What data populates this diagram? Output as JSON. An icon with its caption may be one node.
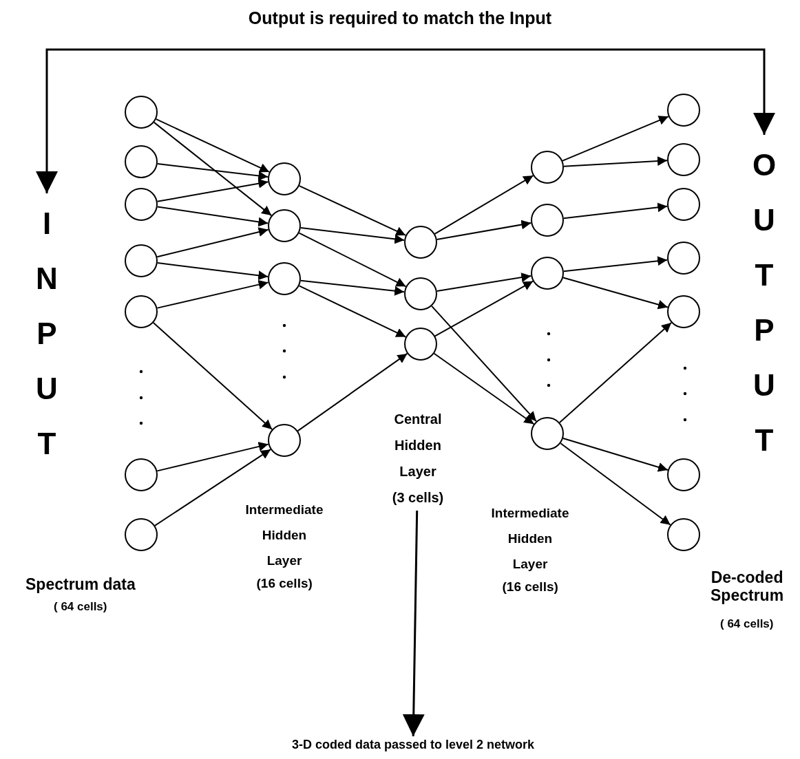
{
  "diagram": {
    "title": "Output is required to match the Input",
    "nodes": [
      {
        "text": [],
        "shape": "circle"
      },
      {
        "text": [],
        "shape": "circle"
      },
      {
        "text": [],
        "shape": "circle"
      },
      {
        "text": [],
        "shape": "circle"
      },
      {
        "text": [],
        "shape": "circle"
      },
      {
        "text": [],
        "shape": "circle"
      },
      {
        "text": [],
        "shape": "circle"
      },
      {
        "text": [],
        "shape": "circle"
      },
      {
        "text": [],
        "shape": "circle"
      },
      {
        "text": [],
        "shape": "circle"
      },
      {
        "text": [],
        "shape": "circle"
      },
      {
        "text": [],
        "shape": "circle"
      },
      {
        "text": [],
        "shape": "circle"
      },
      {
        "text": [],
        "shape": "circle"
      },
      {
        "text": [],
        "shape": "circle"
      },
      {
        "text": [],
        "shape": "circle"
      },
      {
        "text": [],
        "shape": "circle"
      },
      {
        "text": [],
        "shape": "circle"
      },
      {
        "text": [],
        "shape": "circle"
      },
      {
        "text": [],
        "shape": "circle"
      },
      {
        "text": [],
        "shape": "circle"
      },
      {
        "text": [],
        "shape": "circle"
      },
      {
        "text": [],
        "shape": "circle"
      },
      {
        "text": [],
        "shape": "circle"
      },
      {
        "text": [],
        "shape": "circle"
      },
      {
        "text": [
          "I N P U T"
        ]
      },
      {
        "text": [
          "O U T P U T"
        ]
      },
      {
        "text": [
          "Central Hidden Layer",
          "(3 cells)"
        ]
      },
      {
        "text": [
          "3-D coded data passed to level 2 network"
        ]
      }
    ],
    "edges": [
      {
        "from": 0,
        "to": 7,
        "arrow": "to"
      },
      {
        "from": 0,
        "to": 8,
        "arrow": "to"
      },
      {
        "from": 1,
        "to": 7,
        "arrow": "to"
      },
      {
        "from": 2,
        "to": 7,
        "arrow": "to"
      },
      {
        "from": 2,
        "to": 8,
        "arrow": "to"
      },
      {
        "from": 3,
        "to": 8,
        "arrow": "to"
      },
      {
        "from": 3,
        "to": 9,
        "arrow": "to"
      },
      {
        "from": 4,
        "to": 9,
        "arrow": "to"
      },
      {
        "from": 4,
        "to": 10,
        "arrow": "to"
      },
      {
        "from": 5,
        "to": 10,
        "arrow": "to"
      },
      {
        "from": 6,
        "to": 10,
        "arrow": "to"
      },
      {
        "from": 7,
        "to": 11,
        "arrow": "to"
      },
      {
        "from": 8,
        "to": 11,
        "arrow": "to"
      },
      {
        "from": 8,
        "to": 12,
        "arrow": "to"
      },
      {
        "from": 9,
        "to": 12,
        "arrow": "to"
      },
      {
        "from": 9,
        "to": 13,
        "arrow": "to"
      },
      {
        "from": 10,
        "to": 13,
        "arrow": "to"
      },
      {
        "from": 11,
        "to": 14,
        "arrow": "to"
      },
      {
        "from": 11,
        "to": 15,
        "arrow": "to"
      },
      {
        "from": 12,
        "to": 16,
        "arrow": "to"
      },
      {
        "from": 12,
        "to": 17,
        "arrow": "to"
      },
      {
        "from": 13,
        "to": 16,
        "arrow": "to"
      },
      {
        "from": 13,
        "to": 17,
        "arrow": "to"
      },
      {
        "from": 14,
        "to": 18,
        "arrow": "to"
      },
      {
        "from": 14,
        "to": 19,
        "arrow": "to"
      },
      {
        "from": 15,
        "to": 20,
        "arrow": "to"
      },
      {
        "from": 16,
        "to": 21,
        "arrow": "to"
      },
      {
        "from": 16,
        "to": 22,
        "arrow": "to"
      },
      {
        "from": 17,
        "to": 22,
        "arrow": "to"
      },
      {
        "from": 17,
        "to": 23,
        "arrow": "to"
      },
      {
        "from": 17,
        "to": 24,
        "arrow": "to"
      },
      {
        "from": 25,
        "to": 26,
        "arrow": "both"
      },
      {
        "from": 27,
        "to": 28,
        "arrow": "to"
      }
    ],
    "labels": [
      "Intermediate Hidden Layer",
      "(16 cells)",
      "Intermediate Hidden Layer",
      "(16 cells)",
      "Spectrum data",
      "( 64 cells)",
      "De-coded Spectrum",
      "( 64 cells)"
    ]
  }
}
